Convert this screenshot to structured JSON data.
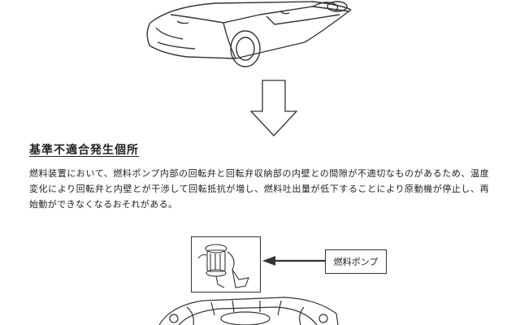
{
  "document": {
    "heading": "基準不適合発生個所",
    "body": "燃料装置において、燃料ポンプ内部の回転弁と回転弁収納部の内壁との間隙が不適切なものがあるため、温度変化により回転弁と内壁とが干渉して回転抵抗が増し、燃料吐出量が低下することにより原動機が停止し、再始動ができなくなるおそれがある。"
  },
  "diagram": {
    "callout_label": "燃料ポンプ"
  }
}
